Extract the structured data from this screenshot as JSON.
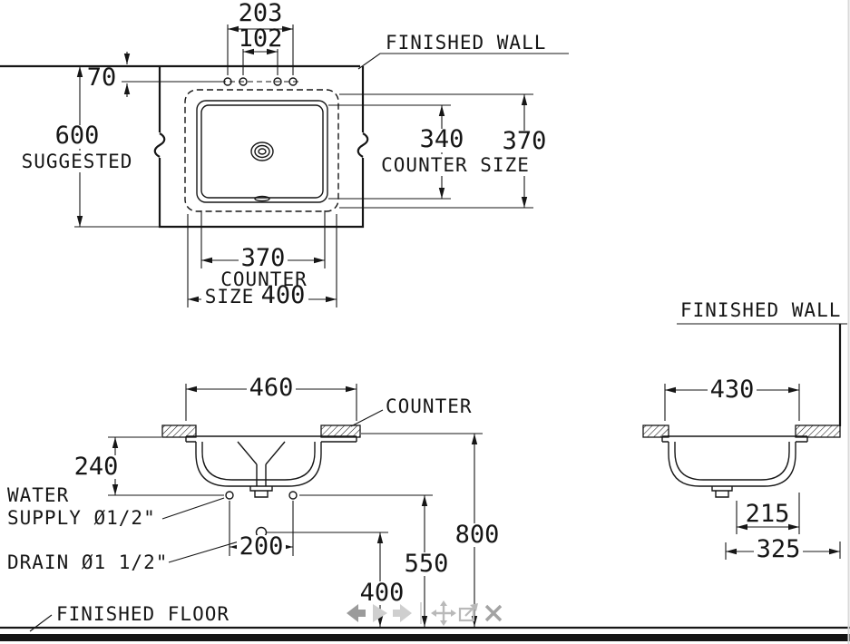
{
  "colors": {
    "ink": "#161616",
    "paper": "#ffffff",
    "icon_gray": "#9b9b9b",
    "icon_light": "#cfcfcf"
  },
  "plan": {
    "finished_wall_label": "FINISHED WALL",
    "dim_203": "203",
    "dim_102": "102",
    "dim_70": "70",
    "dim_600": "600",
    "suggested_label": "SUGGESTED",
    "dim_340": "340",
    "counter_size_right_label": "COUNTER SIZE",
    "dim_370_right": "370",
    "dim_370_bottom": "370",
    "counter_label": "COUNTER",
    "size_label": "SIZE",
    "dim_400": "400"
  },
  "front": {
    "dim_460": "460",
    "counter_label": "COUNTER",
    "dim_240": "240",
    "water_label_line1": "WATER",
    "water_label_line2": "SUPPLY Ø1/2\"",
    "drain_label": "DRAIN Ø1 1/2\"",
    "dim_200": "200",
    "dim_400": "400",
    "dim_550": "550",
    "dim_800": "800",
    "finished_floor_label": "FINISHED FLOOR"
  },
  "side": {
    "finished_wall_label": "FINISHED WALL",
    "dim_430": "430",
    "dim_215": "215",
    "dim_325": "325"
  },
  "viewer_toolbar": {
    "icons": [
      "previous-icon",
      "play-icon",
      "next-icon",
      "move-icon",
      "fullscreen-icon",
      "close-icon"
    ]
  }
}
